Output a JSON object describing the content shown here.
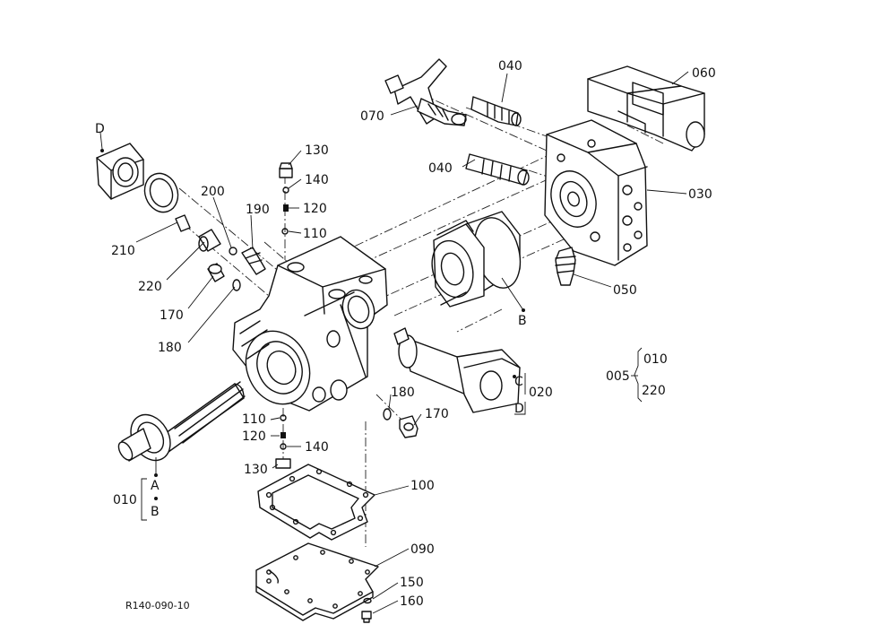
{
  "callouts": {
    "c130a": "130",
    "c140a": "140",
    "c120a": "120",
    "c110a": "110",
    "c200": "200",
    "c190": "190",
    "c210": "210",
    "c220": "220",
    "c170a": "170",
    "c180a": "180",
    "c070": "070",
    "c040a": "040",
    "c040b": "040",
    "c060": "060",
    "c030": "030",
    "c050": "050",
    "cB": "B",
    "cD": "D",
    "cC": "C",
    "cD2": "D",
    "c020": "020",
    "c180b": "180",
    "c170b": "170",
    "c110b": "110",
    "c120b": "120",
    "c140b": "140",
    "c130b": "130",
    "c100": "100",
    "c090": "090",
    "c150": "150",
    "c160": "160",
    "cA": "A",
    "cB2": "B",
    "c010": "010"
  },
  "legend": {
    "assembly": "005",
    "top": "010",
    "bottom": "220"
  },
  "drawing_code": "R140-090-10"
}
